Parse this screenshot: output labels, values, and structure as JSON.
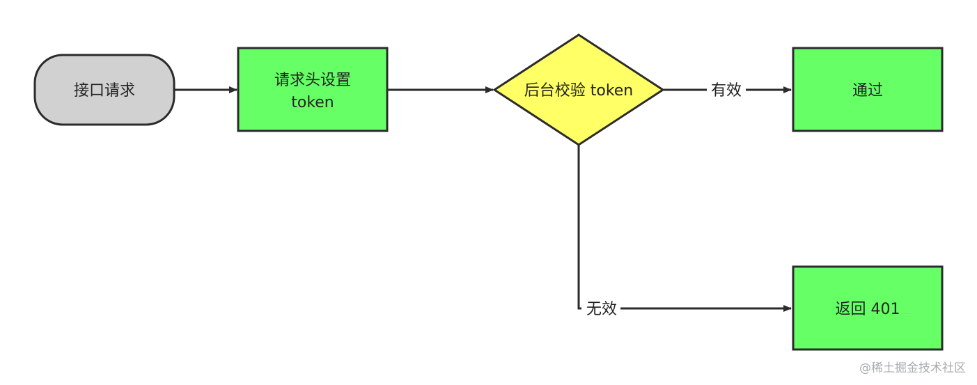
{
  "nodes": {
    "start": {
      "label": "接口请求",
      "fill": "#d1d1d1"
    },
    "set_header": {
      "line1": "请求头设置",
      "line2": "token",
      "fill": "#66ff66"
    },
    "verify": {
      "label": "后台校验 token",
      "fill": "#ffff66"
    },
    "pass": {
      "label": "通过",
      "fill": "#66ff66"
    },
    "return_401": {
      "label": "返回 401",
      "fill": "#66ff66"
    }
  },
  "edges": {
    "valid_label": "有效",
    "invalid_label": "无效"
  },
  "colors": {
    "stroke": "#2b2b2b",
    "text": "#222222"
  },
  "watermark": "@稀土掘金技术社区"
}
